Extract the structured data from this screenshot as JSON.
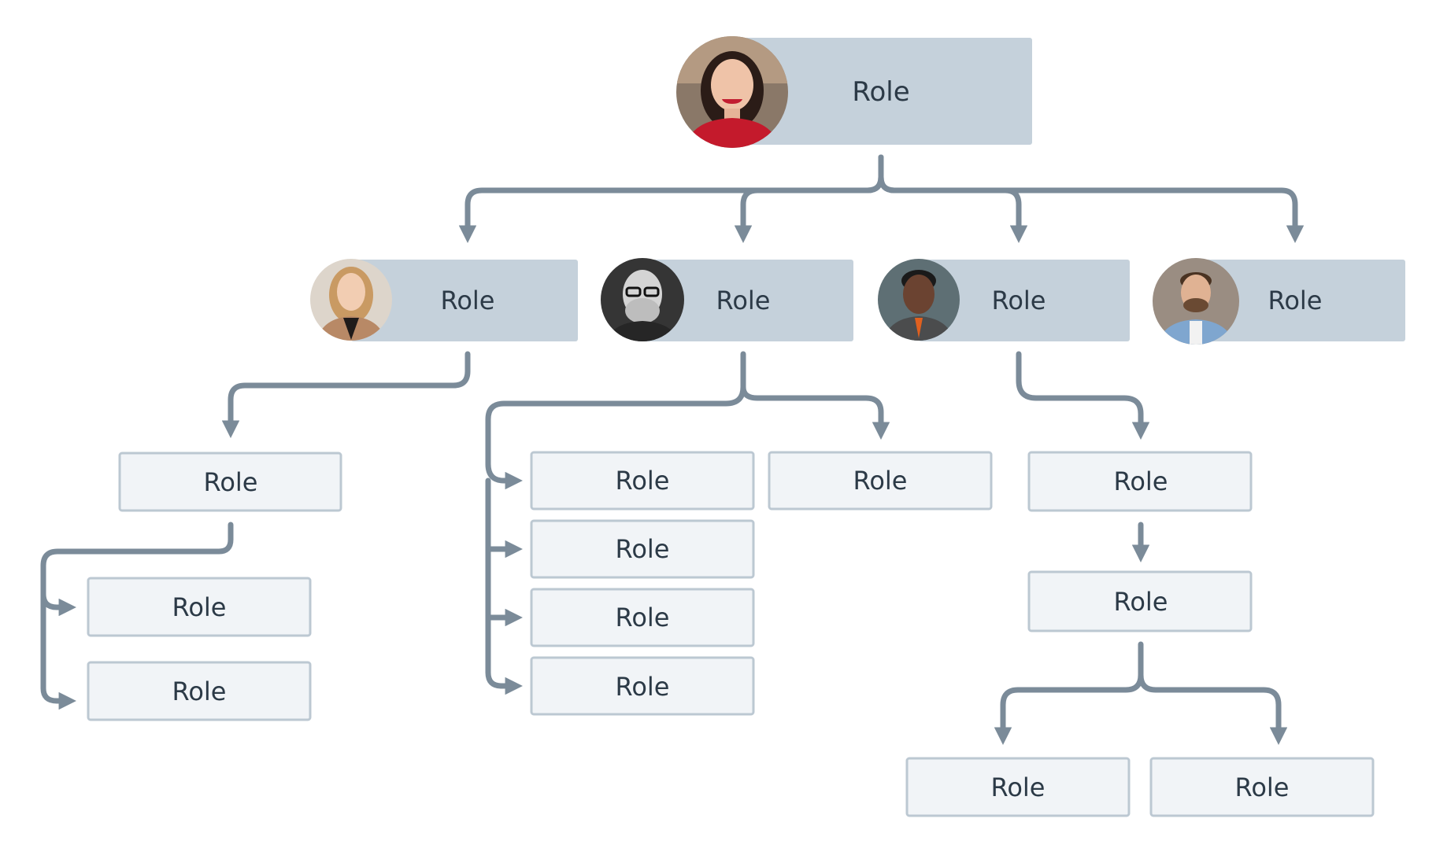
{
  "colors": {
    "primary_fill": "#c5d1db",
    "secondary_fill": "#f1f4f7",
    "secondary_stroke": "#bcc8d2",
    "connector": "#7b8b99",
    "text": "#2c3a47"
  },
  "nodes": {
    "root": {
      "label": "Role",
      "avatar": "avatar-woman-red-top"
    },
    "manager_1": {
      "label": "Role",
      "avatar": "avatar-woman-blonde"
    },
    "manager_2": {
      "label": "Role",
      "avatar": "avatar-man-glasses-bw"
    },
    "manager_3": {
      "label": "Role",
      "avatar": "avatar-man-vest"
    },
    "manager_4": {
      "label": "Role",
      "avatar": "avatar-man-denim-shirt"
    },
    "m1_child": {
      "label": "Role"
    },
    "m1_grandchild_1": {
      "label": "Role"
    },
    "m1_grandchild_2": {
      "label": "Role"
    },
    "m2_list_1": {
      "label": "Role"
    },
    "m2_list_2": {
      "label": "Role"
    },
    "m2_list_3": {
      "label": "Role"
    },
    "m2_list_4": {
      "label": "Role"
    },
    "m2_side": {
      "label": "Role"
    },
    "m3_child": {
      "label": "Role"
    },
    "m3_grandchild": {
      "label": "Role"
    },
    "m3_leaf_1": {
      "label": "Role"
    },
    "m3_leaf_2": {
      "label": "Role"
    }
  }
}
